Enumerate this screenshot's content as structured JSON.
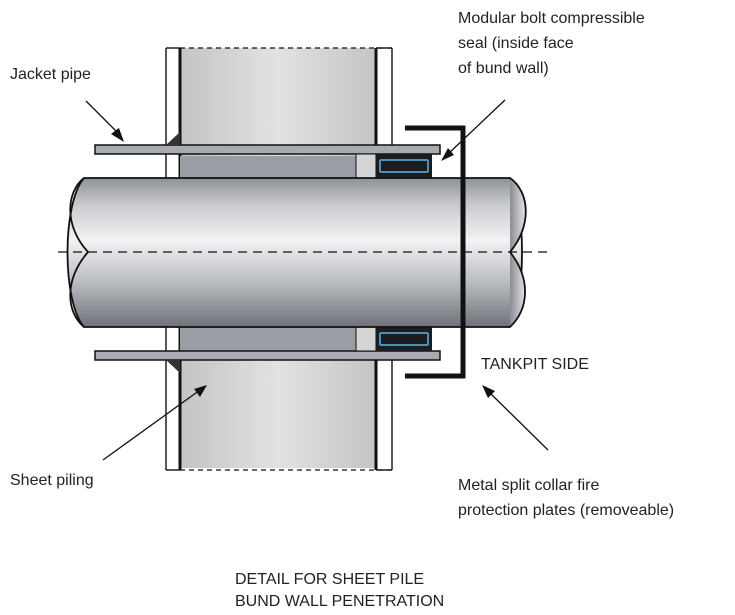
{
  "labels": {
    "jacket_pipe": "Jacket pipe",
    "seal_line1": "Modular bolt compressible",
    "seal_line2": "seal (inside face",
    "seal_line3": "of bund wall)",
    "tankpit_side": "TANKPIT SIDE",
    "sheet_piling": "Sheet piling",
    "collar_line1": "Metal split collar fire",
    "collar_line2": "protection plates (removeable)"
  },
  "caption": {
    "line1": "DETAIL FOR SHEET PILE",
    "line2": "BUND WALL PENETRATION"
  },
  "colors": {
    "pile_fill": "#d6d6d6",
    "pipe_light": "#f0f0f2",
    "pipe_dark": "#777a80",
    "jacket_fill": "#a8acb2",
    "seal_blue": "#4b8fbf",
    "line": "#111111"
  }
}
